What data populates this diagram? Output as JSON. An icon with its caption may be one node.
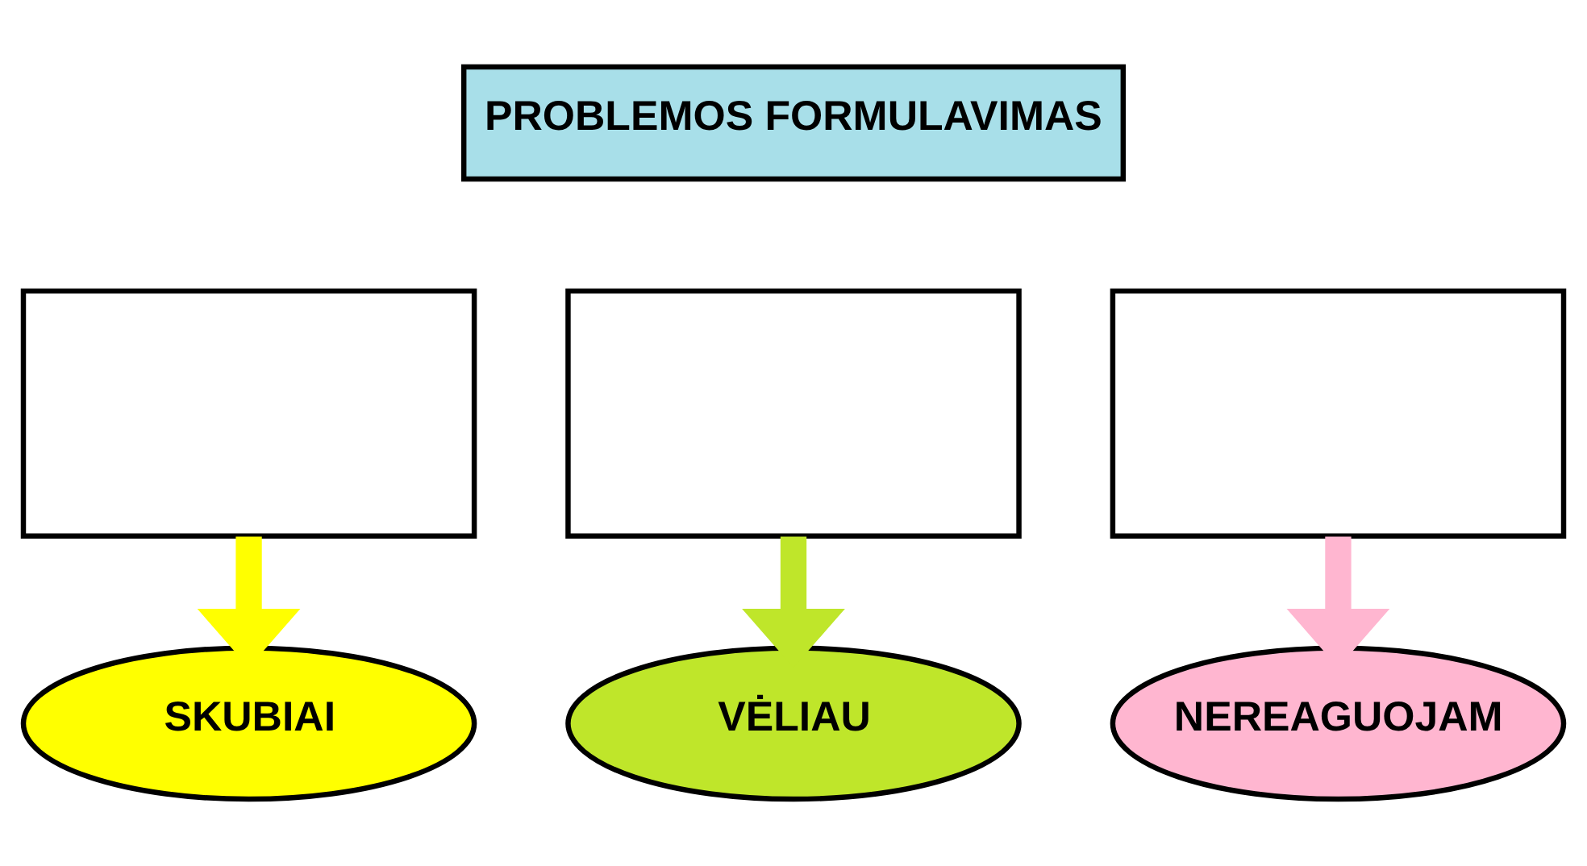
{
  "diagram": {
    "nodes": [
      {
        "text": [
          "PROBLEMOS FORMULAVIMAS"
        ]
      },
      {
        "text": [],
        "shape": "box"
      },
      {
        "text": [],
        "shape": "box"
      },
      {
        "text": [],
        "shape": "box"
      },
      {
        "text": [
          "SKUBIAI"
        ]
      },
      {
        "text": [
          "VĖLIAU"
        ]
      },
      {
        "text": [
          "NEREAGUOJAM"
        ]
      }
    ],
    "edges": [
      {
        "from": 1,
        "to": 4,
        "arrow": "to",
        "color": "#ffff00"
      },
      {
        "from": 2,
        "to": 5,
        "arrow": "to",
        "color": "#bfe62a"
      },
      {
        "from": 3,
        "to": 6,
        "arrow": "to",
        "color": "#ffb6d0"
      }
    ]
  }
}
